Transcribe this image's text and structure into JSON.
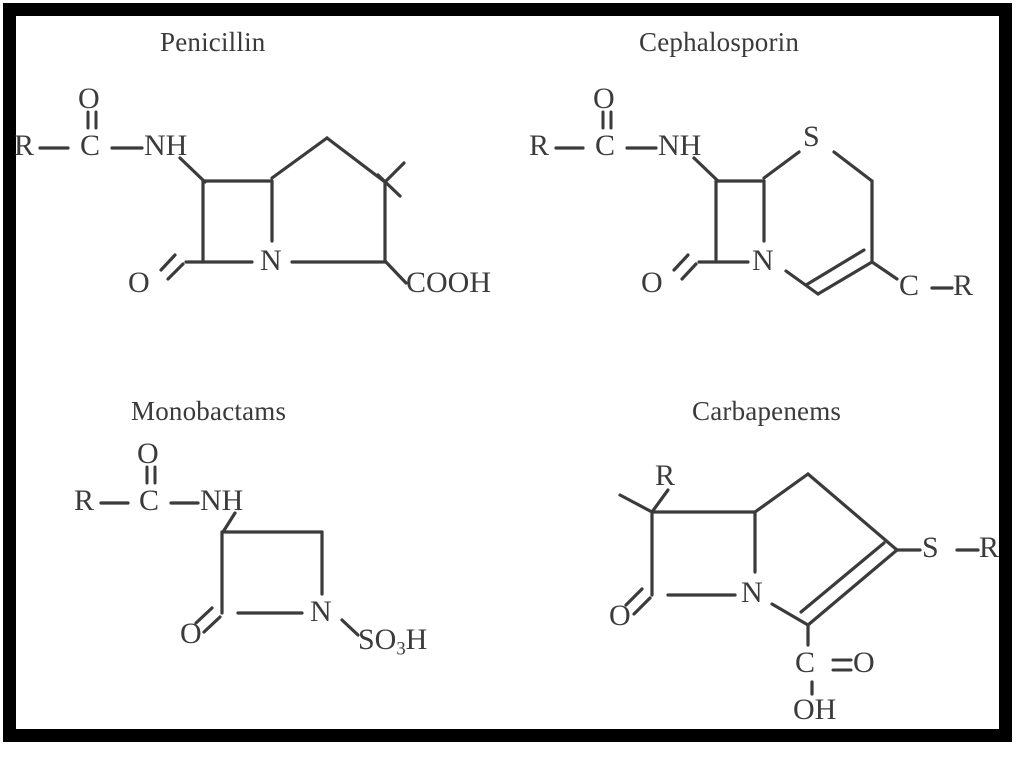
{
  "figure": {
    "kind": "chemical-structure-panel",
    "background_color": "#ffffff",
    "border_color": "#000000",
    "line_color": "#3b3b3b",
    "text_color": "#3b3b3b",
    "panel_count": 4
  },
  "panels": [
    {
      "id": "penicillin",
      "title": "Penicillin",
      "labels": {
        "acyl_oxygen": "O",
        "r_group": "R",
        "carbonyl_carbon": "C",
        "amide": "NH",
        "lactam_oxygen": "O",
        "ring_nitrogen": "N",
        "carboxyl": "COOH"
      }
    },
    {
      "id": "cephalosporin",
      "title": "Cephalosporin",
      "labels": {
        "acyl_oxygen": "O",
        "r_group": "R",
        "carbonyl_carbon": "C",
        "amide": "NH",
        "lactam_oxygen": "O",
        "ring_nitrogen": "N",
        "sulfur": "S",
        "side_carbon": "C",
        "side_r_group": "R",
        "side_dash": "–"
      }
    },
    {
      "id": "monobactams",
      "title": "Monobactams",
      "labels": {
        "acyl_oxygen": "O",
        "r_group": "R",
        "carbonyl_carbon": "C",
        "amide": "NH",
        "lactam_oxygen": "O",
        "ring_nitrogen": "N",
        "sulfonate": "SO3H",
        "sulfonate_main": "SO",
        "sulfonate_sub": "3",
        "sulfonate_tail": "H"
      }
    },
    {
      "id": "carbapenems",
      "title": "Carbapenems",
      "labels": {
        "r_group": "R",
        "lactam_oxygen": "O",
        "ring_nitrogen": "N",
        "sulfur": "S",
        "thio_r_group": "R",
        "thio_dash": "–",
        "carboxyl_carbon": "C",
        "carboxyl_oxygen": "O",
        "carboxyl_hydroxyl": "OH",
        "carboxyl_double_bond": "="
      }
    }
  ],
  "bond_glyphs": {
    "single_dash": "–",
    "double_bond": "="
  }
}
